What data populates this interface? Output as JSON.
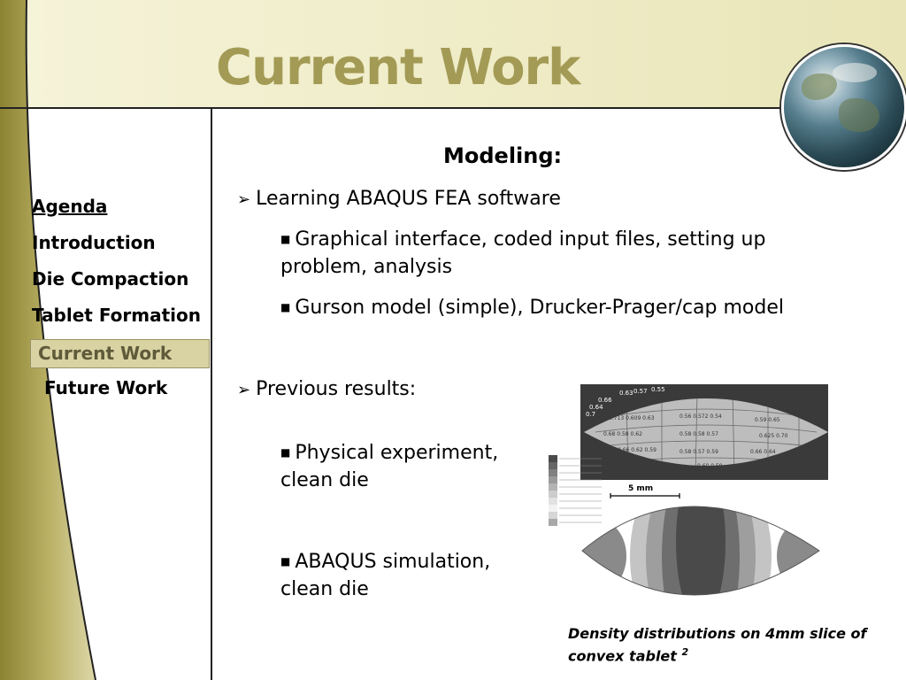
{
  "slide": {
    "title": "Current Work",
    "colors": {
      "title": "#a39a55",
      "accent": "#d9d2a2",
      "band": "#efecc8"
    }
  },
  "sidebar": {
    "items": [
      {
        "label": "Agenda",
        "state": "underlined"
      },
      {
        "label": "Introduction",
        "state": "normal"
      },
      {
        "label": "Die Compaction",
        "state": "normal"
      },
      {
        "label": "Tablet Formation",
        "state": "normal"
      },
      {
        "label": "Current Work",
        "state": "current"
      },
      {
        "label": "Future Work",
        "state": "normal"
      }
    ]
  },
  "content": {
    "heading": "Modeling:",
    "bullet1": {
      "text": "Learning ABAQUS FEA software",
      "sub": [
        "Graphical interface, coded input files, setting up problem, analysis",
        "Gurson model (simple), Drucker-Prager/cap model"
      ]
    },
    "bullet2": {
      "text": "Previous results:",
      "sub": [
        "Physical experiment, clean die",
        "ABAQUS simulation, clean die"
      ]
    }
  },
  "figure": {
    "scale_label": "5 mm",
    "density_labels_top": [
      "0.66",
      "0.63",
      "0.57",
      "0.55",
      "0.64",
      "0.7"
    ],
    "icons": {
      "globe": "globe-icon",
      "bullet": "arrow-bullet-icon",
      "sub_bullet": "square-bullet-icon"
    }
  },
  "caption": {
    "text": "Density distributions on 4mm slice of convex tablet",
    "ref": "2"
  }
}
